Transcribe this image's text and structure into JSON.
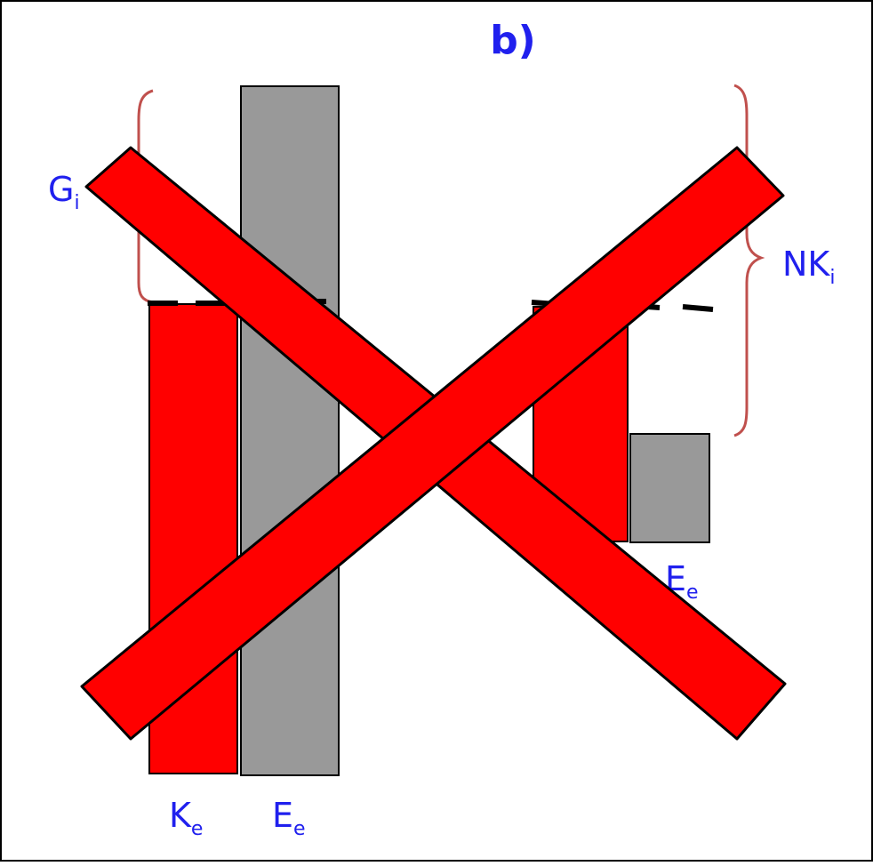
{
  "panel": {
    "label": "b)"
  },
  "colors": {
    "label_blue": "#2020ee",
    "bar_red": "#ff0000",
    "bar_gray": "#999999",
    "brace": "#c0504d",
    "cross_red": "#ff0000",
    "outline": "#000000"
  },
  "labels": {
    "g": {
      "main": "G",
      "sub": "i"
    },
    "nk": {
      "main": "NK",
      "sub": "i"
    },
    "left_k": {
      "main": "K",
      "sub": "e"
    },
    "left_e": {
      "main": "E",
      "sub": "e"
    },
    "right_e": {
      "main": "E",
      "sub": "e"
    }
  },
  "crossed_out": true
}
